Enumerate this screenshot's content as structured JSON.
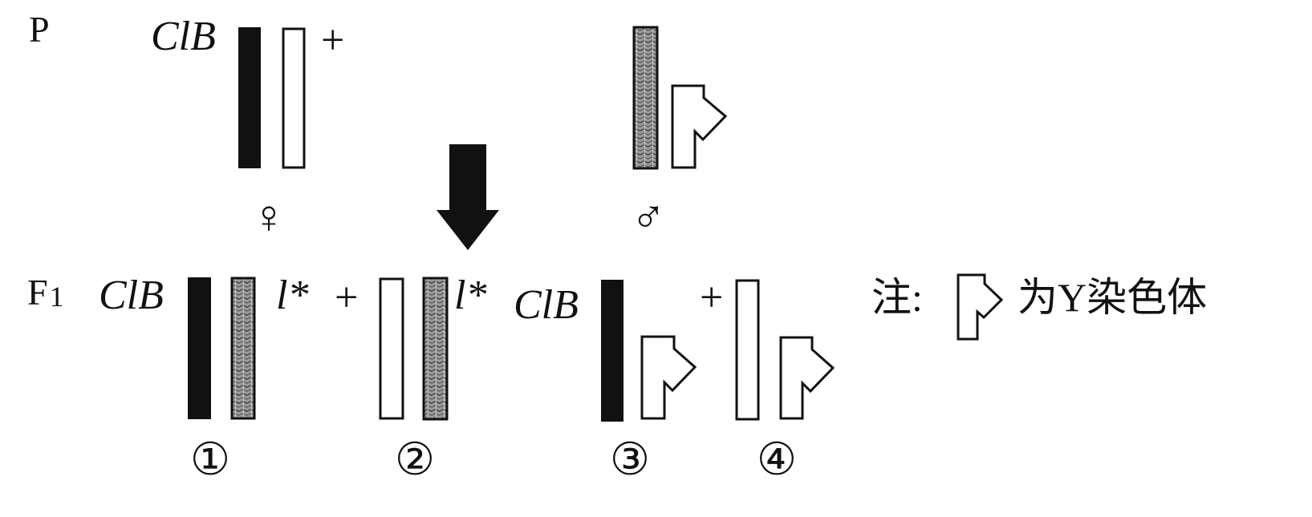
{
  "labels": {
    "generation_p": "P",
    "generation_f1": "F",
    "f1_subscript": "1",
    "clb": "ClB",
    "plus": "+",
    "l_star": "l*",
    "female_symbol": "♀",
    "male_symbol": "♂",
    "circle_1": "①",
    "circle_2": "②",
    "circle_3": "③",
    "circle_4": "④"
  },
  "note": {
    "prefix": "注:",
    "suffix": "为Y染色体"
  },
  "icons": {
    "cross_arrow": "down-arrow-icon",
    "y_chromosome": "y-chromosome-icon"
  },
  "colors": {
    "solid_chromosome": "#111111",
    "hollow_fill": "#ffffff",
    "stroke": "#111111",
    "texture": "#8a8a8a"
  }
}
